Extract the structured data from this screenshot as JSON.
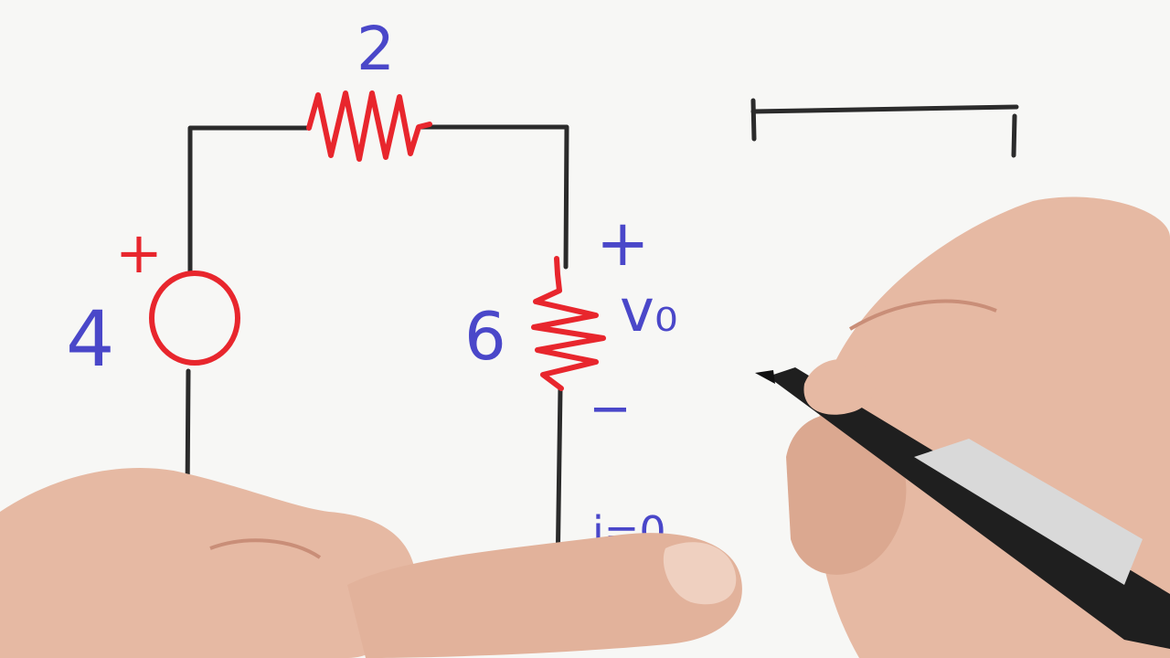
{
  "circuit": {
    "top_resistor": {
      "value": "2"
    },
    "source": {
      "value": "4",
      "polarity": "+"
    },
    "load_resistor": {
      "value": "6",
      "voltage": "v₀",
      "plus": "+",
      "minus": "−",
      "current": "i=0"
    }
  },
  "colors": {
    "wire": "#2b2b2b",
    "component": "#e8262d",
    "label": "#4a47c9",
    "paper": "#f7f7f5",
    "skin": "#e6b9a3",
    "skin_shadow": "#c98e78",
    "marker": "#1f1f1f"
  }
}
